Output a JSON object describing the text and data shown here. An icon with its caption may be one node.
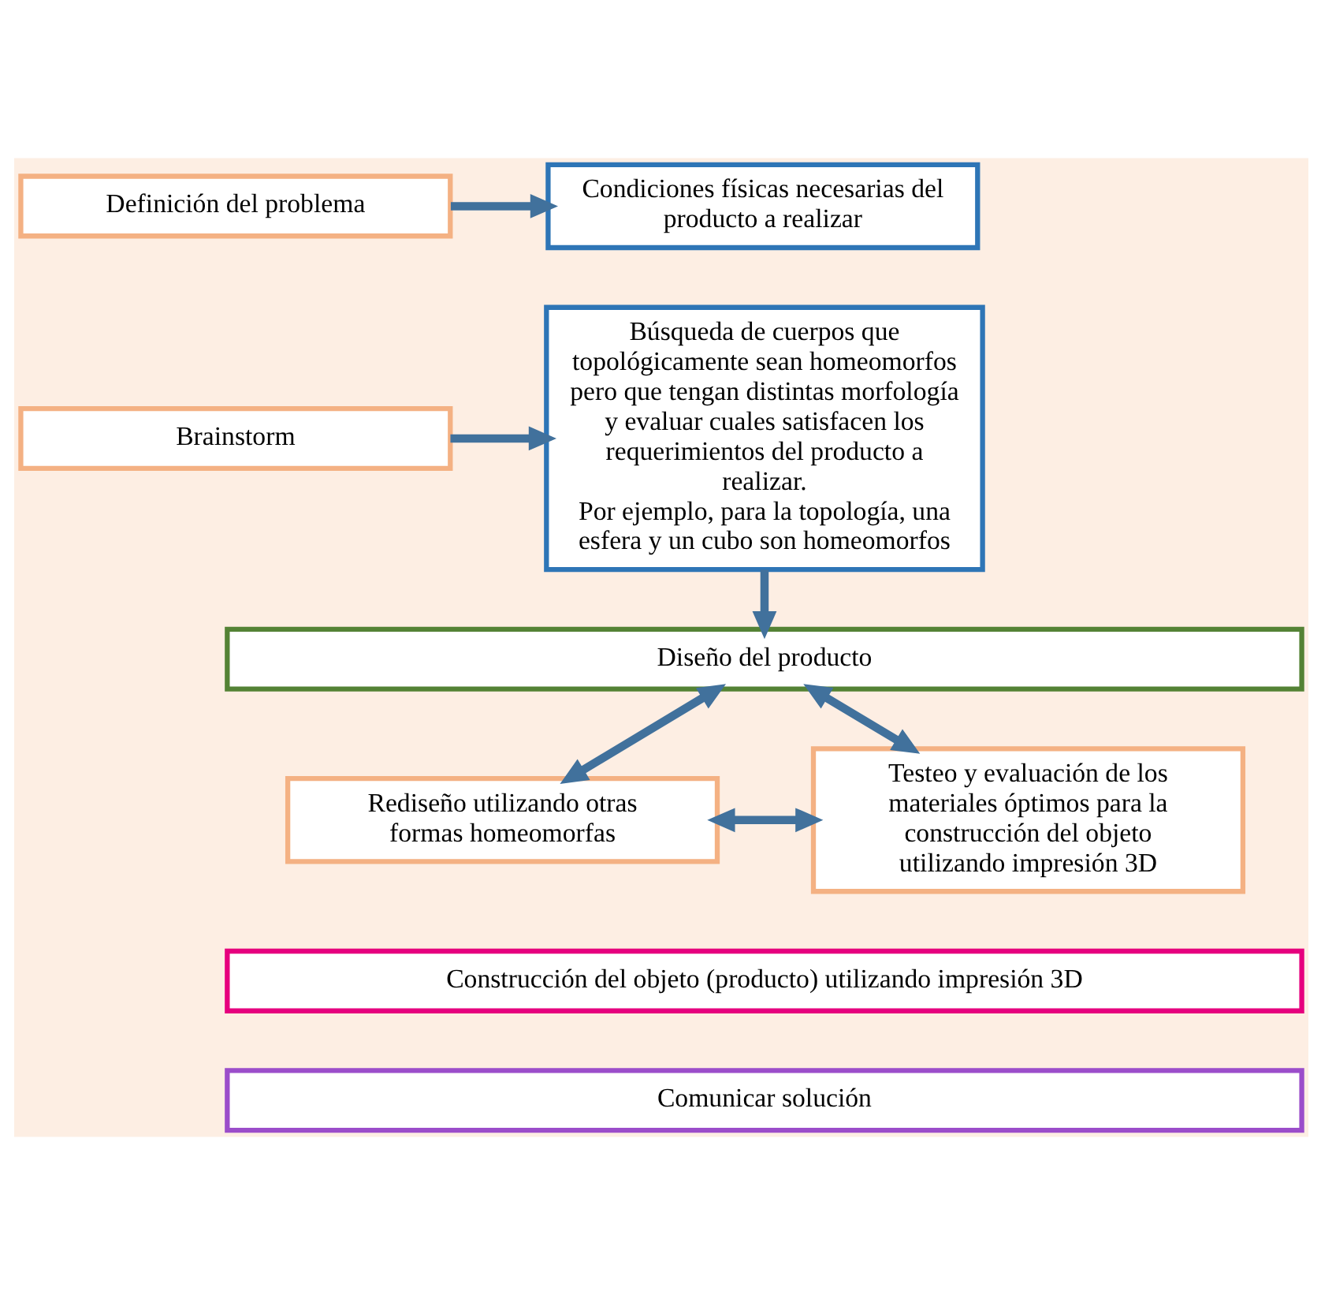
{
  "diagram": {
    "nodes": [
      {
        "text": [
          "Definición del problema"
        ]
      },
      {
        "text": [
          "Condiciones físicas necesarias del producto a realizar"
        ]
      },
      {
        "text": [
          "Brainstorm"
        ]
      },
      {
        "text": [
          "Búsqueda de cuerpos que topológicamente sean homeomorfos pero que tengan distintas morfología y evaluar cuales satisfacen los requerimientos del producto a realizar.",
          "Por ejemplo, para la topología, una esfera y un cubo son homeomorfos"
        ]
      },
      {
        "text": [
          "Diseño del producto"
        ]
      },
      {
        "text": [
          "Rediseño utilizando otras formas homeomorfas"
        ]
      },
      {
        "text": [
          "Testeo y evaluación de los materiales óptimos para la construcción del objeto utilizando impresión 3D"
        ]
      },
      {
        "text": [
          "Construcción del objeto (producto) utilizando impresión 3D"
        ]
      },
      {
        "text": [
          "Comunicar solución"
        ]
      }
    ],
    "edges": [
      {
        "from": 0,
        "to": 1,
        "arrow": "to"
      },
      {
        "from": 2,
        "to": 3,
        "arrow": "to"
      },
      {
        "from": 3,
        "to": 4,
        "arrow": "to"
      },
      {
        "from": 4,
        "to": 5,
        "arrow": "both"
      },
      {
        "from": 4,
        "to": 6,
        "arrow": "both"
      },
      {
        "from": 5,
        "to": 6,
        "arrow": "both"
      }
    ]
  }
}
